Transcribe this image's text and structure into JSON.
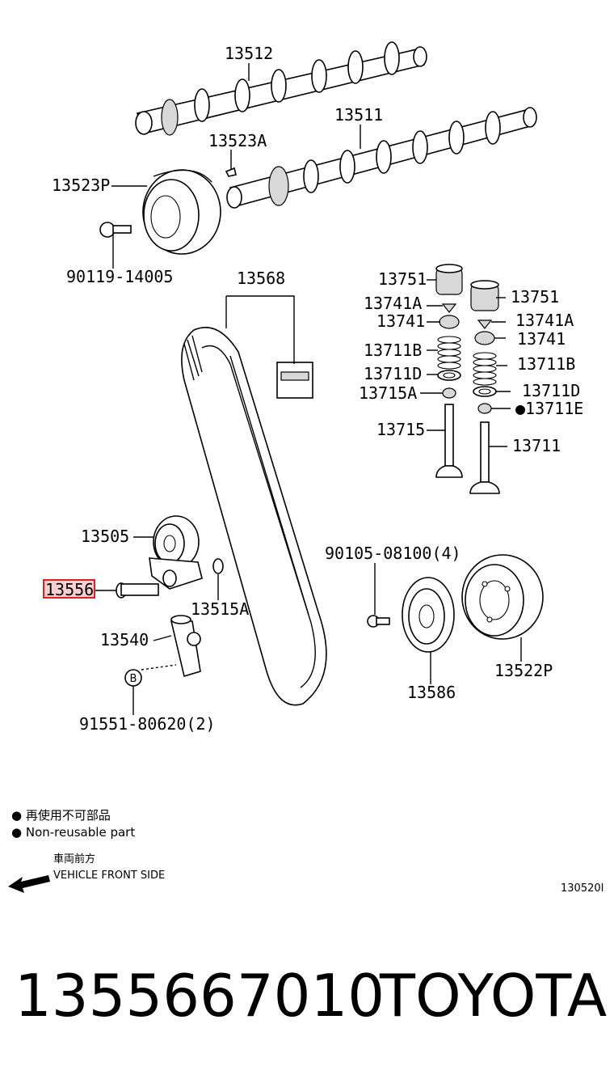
{
  "labels": {
    "p13512": "13512",
    "p13511": "13511",
    "p13523A": "13523A",
    "p13523P": "13523P",
    "p90119": "90119-14005",
    "p13568": "13568",
    "p13751a": "13751",
    "p13751b": "13751",
    "p13741Aa": "13741A",
    "p13741Ab": "13741A",
    "p13741a": "13741",
    "p13741b": "13741",
    "p13711Ba": "13711B",
    "p13711Bb": "13711B",
    "p13711Da": "13711D",
    "p13711Db": "13711D",
    "p13715A": "13715A",
    "p13711E": "●13711E",
    "p13715": "13715",
    "p13711": "13711",
    "p13505": "13505",
    "p13556": "13556",
    "p13515A": "13515A",
    "p13540": "13540",
    "p91551": "91551-80620(2)",
    "p90105": "90105-08100(4)",
    "p13522P": "13522P",
    "p13586": "13586",
    "circleB": "B"
  },
  "legend": {
    "ja_nonreusable": "● 再使用不可部品",
    "en_nonreusable": "● Non-reusable part",
    "ja_front": "車両前方",
    "en_front": "VEHICLE FRONT SIDE"
  },
  "diagram_code": "130520I",
  "footer": {
    "part_number": "1355667010",
    "brand": "TOYOTA"
  },
  "colors": {
    "highlight_border": "#e02020",
    "highlight_fill": "#f8d0d0"
  }
}
